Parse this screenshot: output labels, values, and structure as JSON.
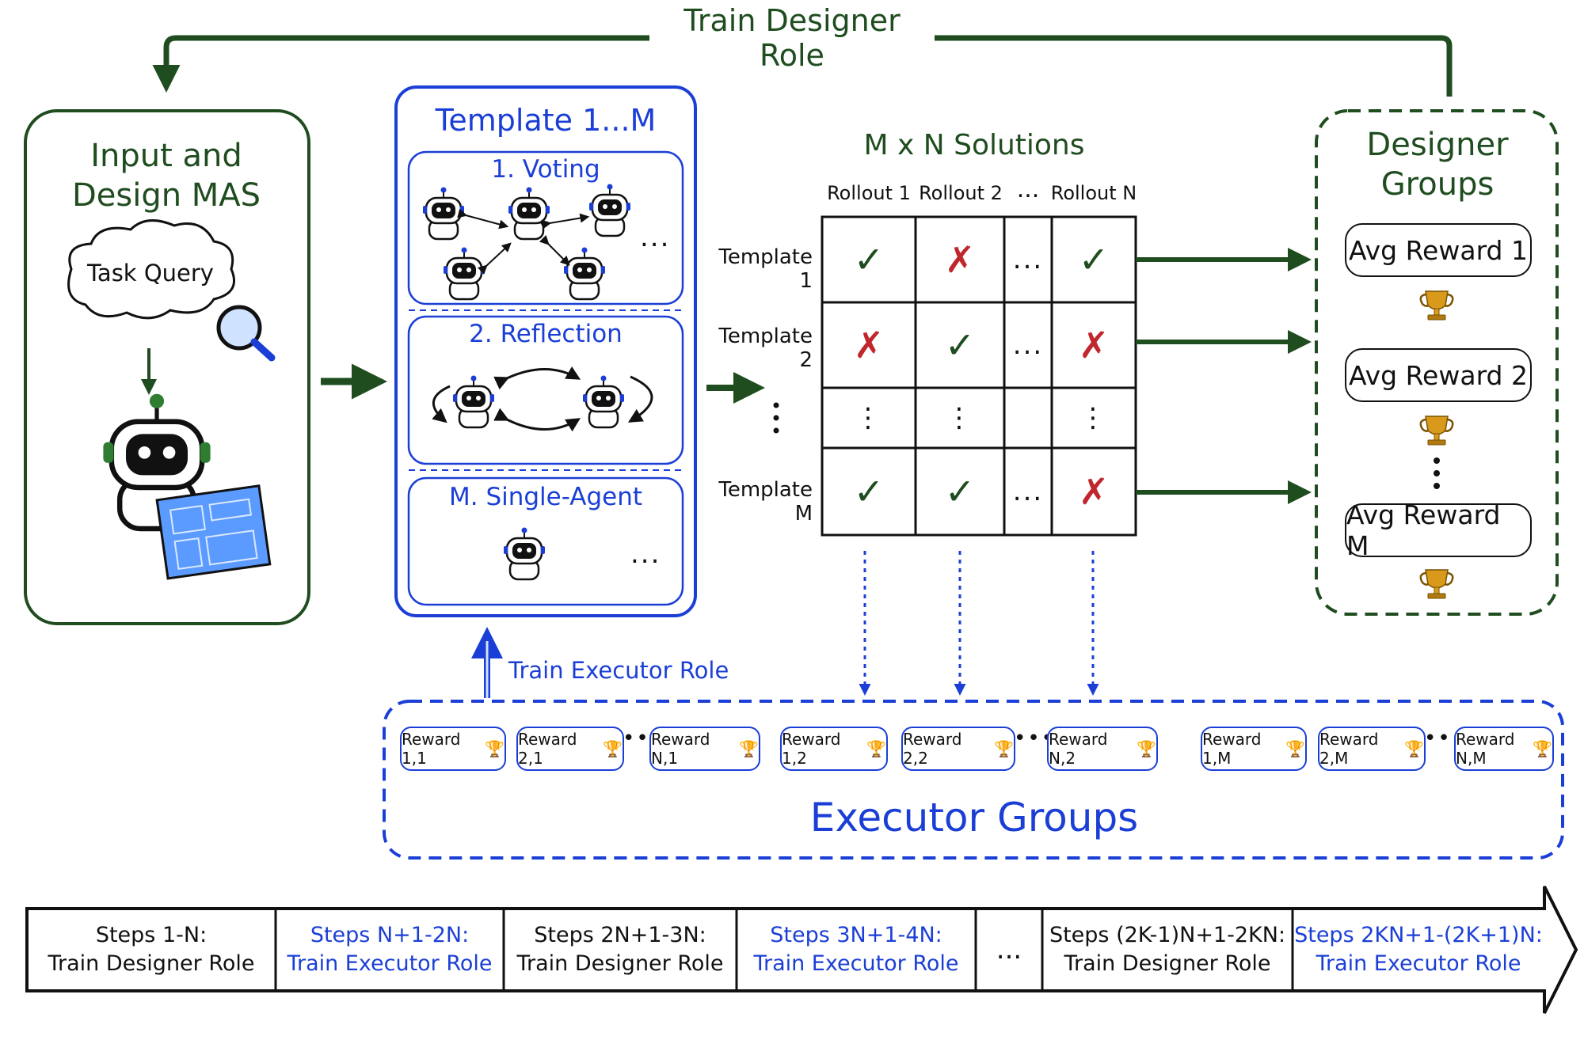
{
  "top_loop": {
    "label": "Train Designer Role"
  },
  "input_panel": {
    "title_line1": "Input and",
    "title_line2": "Design MAS",
    "query_label": "Task Query"
  },
  "templates_panel": {
    "title": "Template 1...M",
    "templates": [
      {
        "label": "1. Voting"
      },
      {
        "label": "2. Reflection"
      },
      {
        "label": "M. Single-Agent"
      }
    ],
    "more": "..."
  },
  "solutions": {
    "title": "M x N Solutions",
    "columns": [
      "Rollout 1",
      "Rollout 2",
      "...",
      "Rollout N"
    ],
    "rows": [
      {
        "label": "Template 1",
        "cells": [
          "ok",
          "bad",
          "...",
          "ok"
        ]
      },
      {
        "label": "Template 2",
        "cells": [
          "bad",
          "ok",
          "...",
          "bad"
        ]
      },
      {
        "label": "⋮",
        "cells": [
          "⋮",
          "⋮",
          "",
          "⋮"
        ]
      },
      {
        "label": "Template M",
        "cells": [
          "ok",
          "ok",
          "...",
          "bad"
        ]
      }
    ]
  },
  "designer_groups": {
    "title_line1": "Designer",
    "title_line2": "Groups",
    "rewards": [
      "Avg Reward 1",
      "Avg Reward 2",
      "Avg Reward M"
    ]
  },
  "executor": {
    "train_label": "Train Executor Role",
    "group_title": "Executor Groups",
    "rewards": [
      "Reward 1,1",
      "Reward 2,1",
      "Reward N,1",
      "Reward 1,2",
      "Reward 2,2",
      "Reward N,2",
      "Reward 1,M",
      "Reward 2,M",
      "Reward N,M"
    ]
  },
  "schedule": [
    {
      "line1": "Steps 1-N:",
      "line2": "Train Designer Role",
      "color": "#111111"
    },
    {
      "line1": "Steps N+1-2N:",
      "line2": "Train Executor Role",
      "color": "#1b3fd6"
    },
    {
      "line1": "Steps 2N+1-3N:",
      "line2": "Train Designer Role",
      "color": "#111111"
    },
    {
      "line1": "Steps 3N+1-4N:",
      "line2": "Train Executor Role",
      "color": "#1b3fd6"
    },
    {
      "line1": "...",
      "line2": "",
      "color": "#111111"
    },
    {
      "line1": "Steps (2K-1)N+1-2KN:",
      "line2": "Train Designer Role",
      "color": "#111111"
    },
    {
      "line1": "Steps 2KN+1-(2K+1)N:",
      "line2": "Train Executor Role",
      "color": "#1b3fd6"
    }
  ],
  "colors": {
    "green": "#1f4d1f",
    "blue": "#1b3fd6",
    "red": "#c0272d",
    "trophy": "#d99a1c"
  }
}
